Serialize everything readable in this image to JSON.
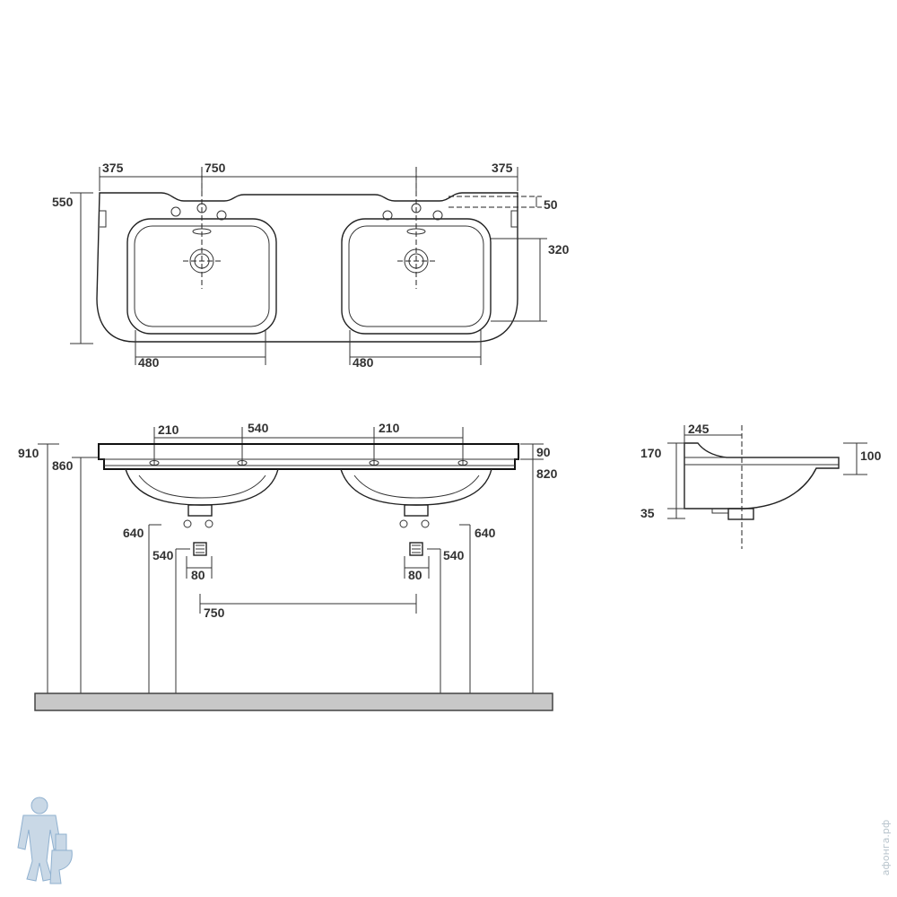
{
  "top_view": {
    "dim_left_offset": "375",
    "dim_center_spacing": "750",
    "dim_right_offset": "375",
    "dim_depth": "550",
    "dim_rim_step": "50",
    "dim_bowl_depth": "320",
    "dim_bowl_width_left": "480",
    "dim_bowl_width_right": "480"
  },
  "front_view": {
    "dim_hole_left": "210",
    "dim_hole_center": "540",
    "dim_hole_right": "210",
    "dim_total_height": "910",
    "dim_rim_height": "860",
    "dim_top_thickness": "90",
    "dim_top_underside": "820",
    "dim_drain_left_640": "640",
    "dim_drain_left_540": "540",
    "dim_drain_left_80": "80",
    "dim_drain_right_640": "640",
    "dim_drain_right_540": "540",
    "dim_drain_right_80": "80",
    "dim_drain_spacing": "750"
  },
  "side_view": {
    "dim_tap_offset": "245",
    "dim_height": "170",
    "dim_bowl_height": "100",
    "dim_bottom_offset": "35"
  },
  "watermark": {
    "site_text": "афонга.рф",
    "logo_icon": "plumber-with-toilet-icon"
  },
  "colors": {
    "line": "#222222",
    "floor": "#c8c8c8",
    "dimension_text": "#333333",
    "watermark": "#b8c4cc"
  }
}
